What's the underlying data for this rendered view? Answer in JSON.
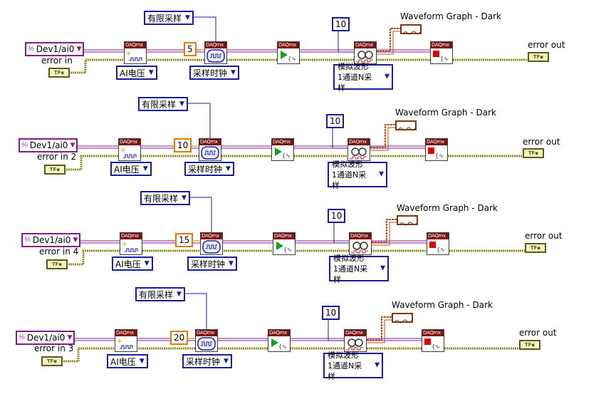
{
  "rows": [
    {
      "device": "Dev1/ai0",
      "error_in": "error in",
      "mode": "有限采样",
      "rate": "5",
      "channel_type": "AI电压",
      "timing_type": "采样时钟",
      "samples": "10",
      "read_line1": "模拟波形",
      "read_line2": "1通道N采样",
      "graph_label": "Waveform Graph - Dark",
      "error_out": "error out"
    },
    {
      "device": "Dev1/ai0",
      "error_in": "error in 2",
      "mode": "有限采样",
      "rate": "10",
      "channel_type": "AI电压",
      "timing_type": "采样时钟",
      "samples": "10",
      "read_line1": "模拟波形",
      "read_line2": "1通道N采样",
      "graph_label": "Waveform Graph - Dark",
      "error_out": "error out"
    },
    {
      "device": "Dev1/ai0",
      "error_in": "error in 4",
      "mode": "有限采样",
      "rate": "15",
      "channel_type": "AI电压",
      "timing_type": "采样时钟",
      "samples": "10",
      "read_line1": "模拟波形",
      "read_line2": "1通道N采样",
      "graph_label": "Waveform Graph - Dark",
      "error_out": "error out"
    },
    {
      "device": "Dev1/ai0",
      "error_in": "error in 3",
      "mode": "有限采样",
      "rate": "20",
      "channel_type": "AI电压",
      "timing_type": "采样时钟",
      "samples": "10",
      "read_line1": "模拟波形",
      "read_line2": "1通道N采样",
      "graph_label": "Waveform Graph - Dark",
      "error_out": "error out"
    }
  ],
  "vi_header": "DAQmx",
  "icons": [
    "create-channel-icon",
    "timing-icon",
    "start-task-icon",
    "read-icon",
    "clear-task-icon",
    "error-cluster-icon",
    "waveform-icon"
  ],
  "colors": {
    "task_wire": "#8a1a88",
    "error_wire": "#8c8c18",
    "numeric_const": "#e07b00",
    "enum_wire": "#1a1aa0",
    "waveform_wire": "#c04a10"
  }
}
